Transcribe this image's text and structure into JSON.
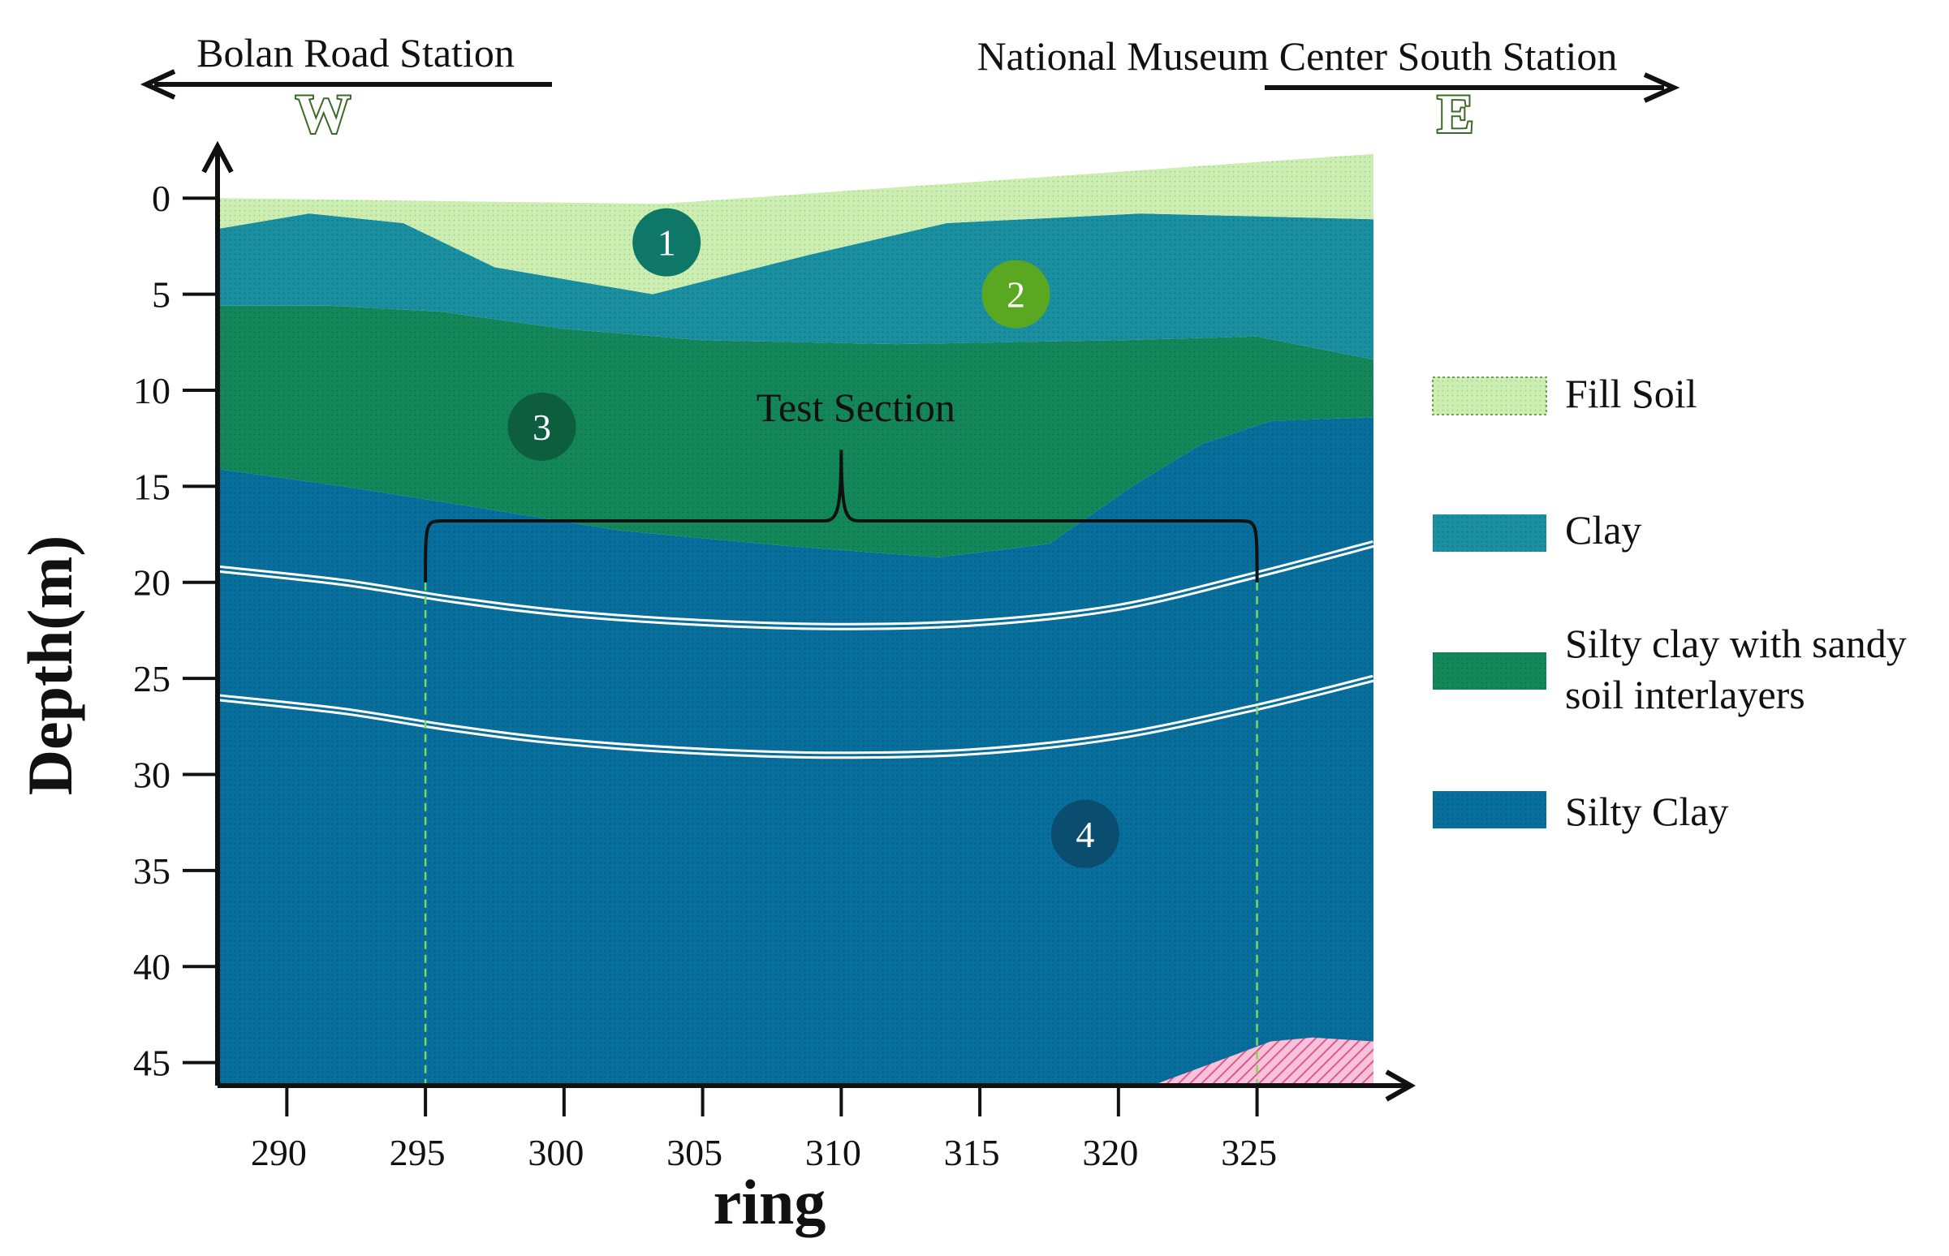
{
  "stations": {
    "west_name": "Bolan Road Station",
    "east_name": "National Museum Center South Station",
    "west_dir": "W",
    "east_dir": "E"
  },
  "axes": {
    "xlabel": "ring",
    "ylabel": "Depth(m)",
    "x_ticks": [
      "290",
      "295",
      "300",
      "305",
      "310",
      "315",
      "320",
      "325"
    ],
    "y_ticks": [
      "0",
      "5",
      "10",
      "15",
      "20",
      "25",
      "30",
      "35",
      "40",
      "45"
    ],
    "x_range": [
      287.5,
      329.2
    ],
    "y_range": [
      -2.5,
      46.2
    ]
  },
  "colors": {
    "fill_soil": "#cdeeb2",
    "clay": "#1a8fa0",
    "silty_clay_sandy": "#14875a",
    "silty_clay": "#086e9c",
    "pink_layer": "#ee8ab8",
    "badge_1": "#0f7768",
    "badge_2": "#5aa821",
    "badge_3": "#0d5e3e",
    "badge_4": "#0b4d6e",
    "tunnel": "#ffffff",
    "guide": "#7ed95a"
  },
  "legend": [
    {
      "label": "Fill Soil",
      "color_key": "fill_soil"
    },
    {
      "label": "Clay",
      "color_key": "clay"
    },
    {
      "label_lines": [
        "Silty clay with sandy",
        "soil interlayers"
      ],
      "color_key": "silty_clay_sandy"
    },
    {
      "label": "Silty Clay",
      "color_key": "silty_clay"
    }
  ],
  "annotation": {
    "test_section": "Test Section",
    "start_ring": 295,
    "end_ring": 325
  },
  "badges": [
    {
      "label": "1",
      "ring": 303.7,
      "depth": 2.3,
      "color_key": "badge_1"
    },
    {
      "label": "2",
      "ring": 316.3,
      "depth": 5.0,
      "color_key": "badge_2"
    },
    {
      "label": "3",
      "ring": 299.2,
      "depth": 11.9,
      "color_key": "badge_3"
    },
    {
      "label": "4",
      "ring": 318.8,
      "depth": 33.1,
      "color_key": "badge_4"
    }
  ],
  "layers": {
    "ground_surface": [
      [
        287.5,
        0.0
      ],
      [
        303.5,
        0.3
      ],
      [
        329.2,
        -2.3
      ]
    ],
    "fill_base": [
      [
        287.5,
        1.6
      ],
      [
        290.8,
        0.8
      ],
      [
        294.2,
        1.3
      ],
      [
        297.5,
        3.6
      ],
      [
        303.2,
        5.0
      ],
      [
        308.7,
        3.0
      ],
      [
        313.8,
        1.3
      ],
      [
        320.8,
        0.8
      ],
      [
        329.2,
        1.1
      ]
    ],
    "clay_base": [
      [
        287.5,
        5.6
      ],
      [
        291.5,
        5.6
      ],
      [
        295.5,
        5.9
      ],
      [
        300.0,
        6.8
      ],
      [
        305.0,
        7.4
      ],
      [
        312.0,
        7.6
      ],
      [
        320.0,
        7.4
      ],
      [
        325.0,
        7.2
      ],
      [
        329.2,
        8.4
      ]
    ],
    "sandy_base": [
      [
        287.5,
        14.1
      ],
      [
        292.0,
        15.0
      ],
      [
        296.0,
        15.9
      ],
      [
        302.0,
        17.3
      ],
      [
        308.0,
        18.1
      ],
      [
        313.5,
        18.7
      ],
      [
        317.5,
        18.0
      ],
      [
        320.5,
        15.0
      ],
      [
        323.0,
        12.8
      ],
      [
        325.5,
        11.6
      ],
      [
        329.2,
        11.4
      ]
    ],
    "pink_layer": [
      [
        321.2,
        46.2
      ],
      [
        325.5,
        43.9
      ],
      [
        327.0,
        43.7
      ],
      [
        329.2,
        43.9
      ],
      [
        329.2,
        46.2
      ]
    ]
  },
  "tunnels": [
    {
      "name": "upper-tunnel",
      "points": [
        [
          287.5,
          19.3
        ],
        [
          292.0,
          20.0
        ],
        [
          296.0,
          20.9
        ],
        [
          300.0,
          21.6
        ],
        [
          305.0,
          22.1
        ],
        [
          310.0,
          22.3
        ],
        [
          315.0,
          22.1
        ],
        [
          320.0,
          21.3
        ],
        [
          325.0,
          19.6
        ],
        [
          329.2,
          18.0
        ]
      ]
    },
    {
      "name": "lower-tunnel",
      "points": [
        [
          287.5,
          26.0
        ],
        [
          292.0,
          26.7
        ],
        [
          296.0,
          27.6
        ],
        [
          300.0,
          28.3
        ],
        [
          305.0,
          28.8
        ],
        [
          310.0,
          29.0
        ],
        [
          315.0,
          28.8
        ],
        [
          320.0,
          28.0
        ],
        [
          325.0,
          26.5
        ],
        [
          329.2,
          25.0
        ]
      ]
    }
  ]
}
